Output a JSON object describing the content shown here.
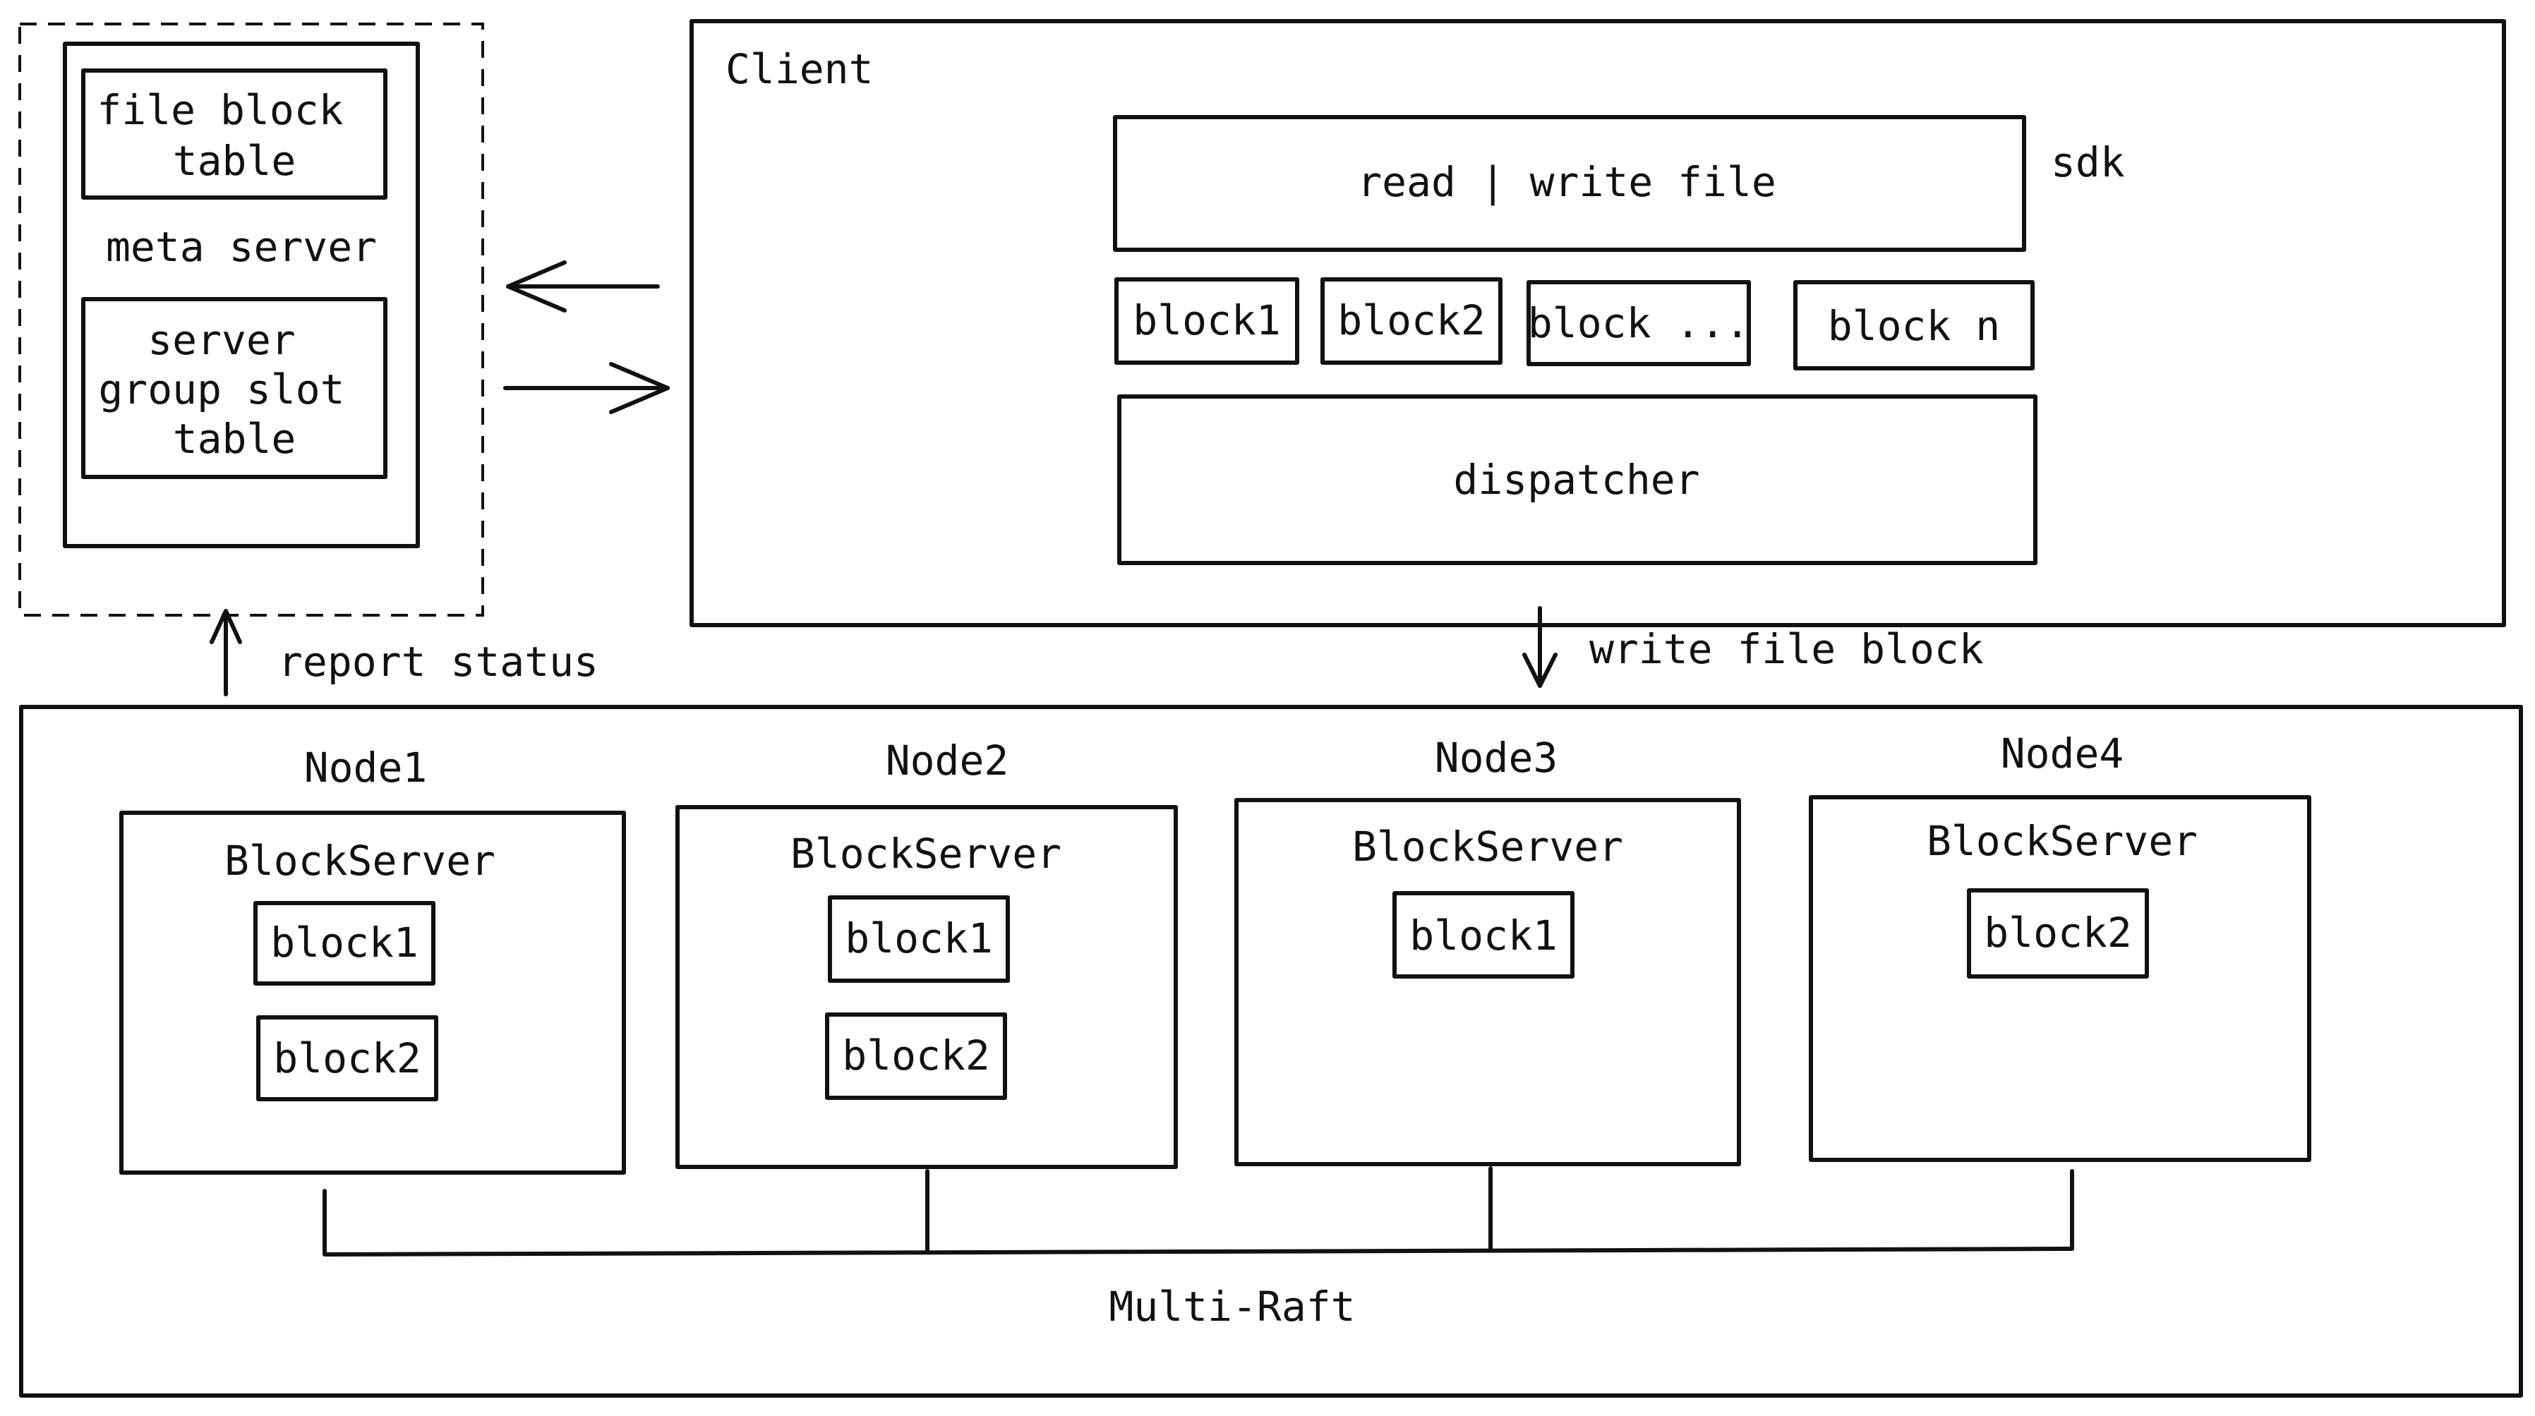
{
  "meta": {
    "file_block_table": [
      "file block",
      "table"
    ],
    "title": "meta server",
    "server_group_slot_table": [
      "server",
      "group slot",
      "table"
    ]
  },
  "client": {
    "title": "Client",
    "sdk": "sdk",
    "read_write": "read | write file",
    "blocks": [
      "block1",
      "block2",
      "block ...",
      "block n"
    ],
    "dispatcher": "dispatcher"
  },
  "edges": {
    "report_status": "report status",
    "write_file_block": "write file block"
  },
  "cluster": {
    "nodes": [
      {
        "name": "Node1",
        "server": "BlockServer",
        "blocks": [
          "block1",
          "block2"
        ]
      },
      {
        "name": "Node2",
        "server": "BlockServer",
        "blocks": [
          "block1",
          "block2"
        ]
      },
      {
        "name": "Node3",
        "server": "BlockServer",
        "blocks": [
          "block1"
        ]
      },
      {
        "name": "Node4",
        "server": "BlockServer",
        "blocks": [
          "block2"
        ]
      }
    ],
    "bus_label": "Multi-Raft"
  }
}
